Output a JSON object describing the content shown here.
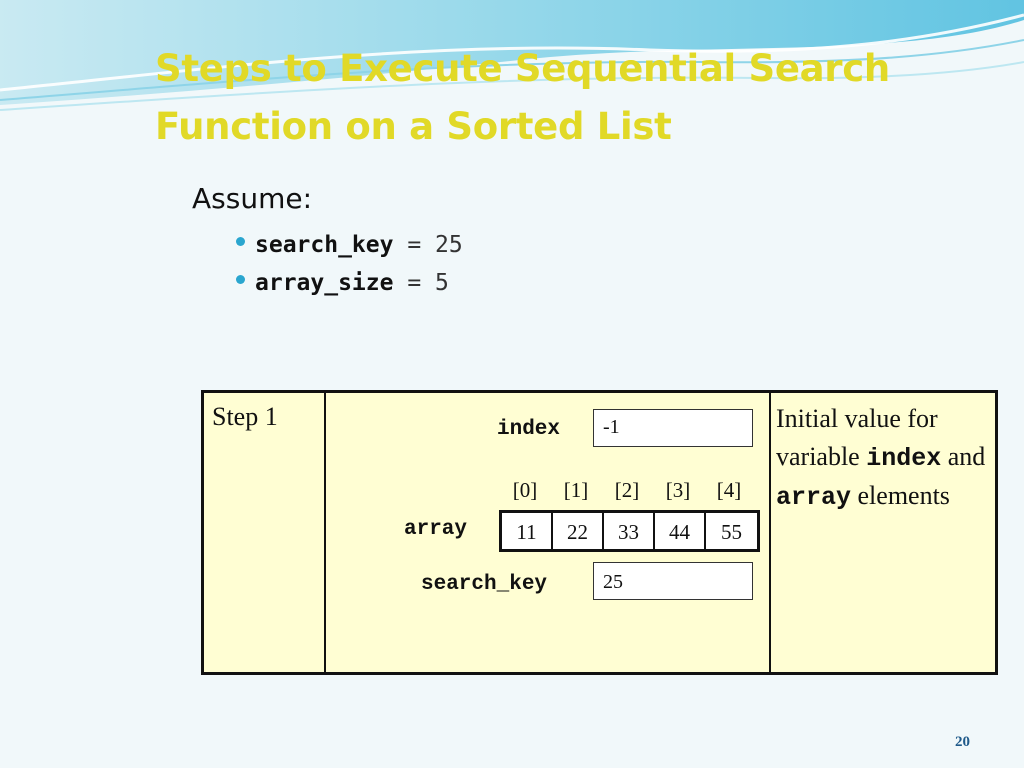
{
  "title": {
    "line1": "Steps to Execute Sequential Search",
    "line2": "Function on a Sorted List"
  },
  "assume_label": "Assume:",
  "assumptions": [
    {
      "name": "search_key",
      "value": "= 25"
    },
    {
      "name": "array_size",
      "value": "= 5"
    }
  ],
  "step": {
    "label": "Step 1",
    "index_var": "index",
    "index_value": "-1",
    "array_var": "array",
    "indices": [
      "[0]",
      "[1]",
      "[2]",
      "[3]",
      "[4]"
    ],
    "array_values": [
      "11",
      "22",
      "33",
      "44",
      "55"
    ],
    "search_key_var": "search_key",
    "search_key_value": "25",
    "desc_part1": "Initial value for variable",
    "desc_mono1": "index",
    "desc_part2": "and",
    "desc_mono2": "array",
    "desc_part3": "elements"
  },
  "page_number": "20",
  "colors": {
    "title": "#e1d927",
    "bullet": "#2aa6cf",
    "table_bg": "#fffed3"
  }
}
